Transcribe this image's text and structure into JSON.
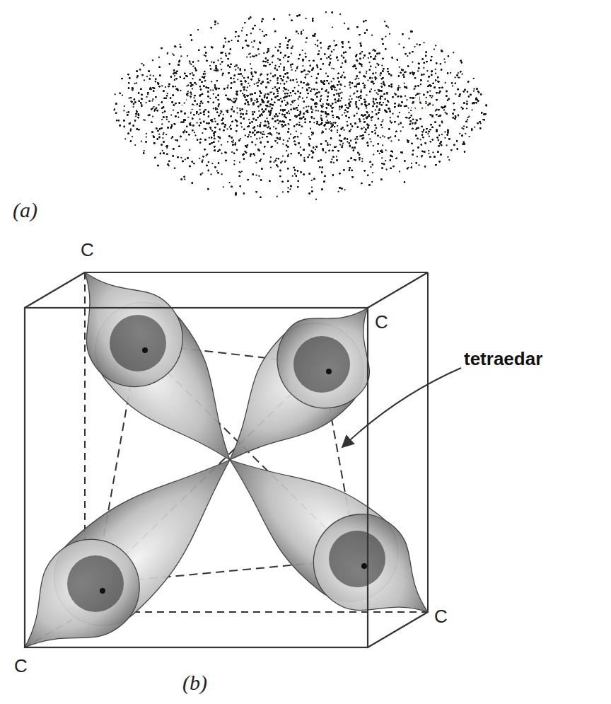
{
  "diagram": {
    "labels": [
      "+",
      "+",
      "(a)",
      "C",
      "C",
      "tetraedar",
      "C",
      "C",
      "(b)"
    ]
  }
}
